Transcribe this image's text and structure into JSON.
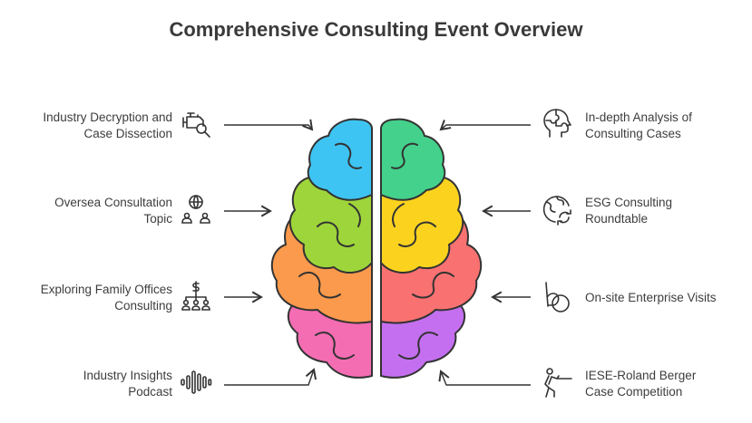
{
  "title": "Comprehensive Consulting Event Overview",
  "left_items": [
    {
      "line1": "Industry Decryption and",
      "line2": "Case Dissection",
      "icon": "engine-search-icon"
    },
    {
      "line1": "Oversea Consultation",
      "line2": "Topic",
      "icon": "globe-people-icon"
    },
    {
      "line1": "Exploring Family Offices",
      "line2": "Consulting",
      "icon": "money-hierarchy-icon"
    },
    {
      "line1": "Industry Insights",
      "line2": "Podcast",
      "icon": "sound-wave-icon"
    }
  ],
  "right_items": [
    {
      "line1": "In-depth Analysis of",
      "line2": "Consulting Cases",
      "icon": "puzzle-head-icon"
    },
    {
      "line1": "ESG Consulting",
      "line2": "Roundtable",
      "icon": "earth-recycle-icon"
    },
    {
      "line1": "On-site Enterprise Visits",
      "line2": "",
      "icon": "bluetooth-circle-icon"
    },
    {
      "line1": "IESE-Roland Berger",
      "line2": "Case Competition",
      "icon": "shooter-icon"
    }
  ],
  "colors": {
    "left_blue": "#3ec4f2",
    "left_green": "#9ed53a",
    "left_orange": "#fb9a4c",
    "left_pink": "#f46db3",
    "right_teal": "#44d18b",
    "right_yellow": "#fbd31e",
    "right_red": "#f97171",
    "right_purple": "#c46ff0",
    "outline": "#333333"
  }
}
